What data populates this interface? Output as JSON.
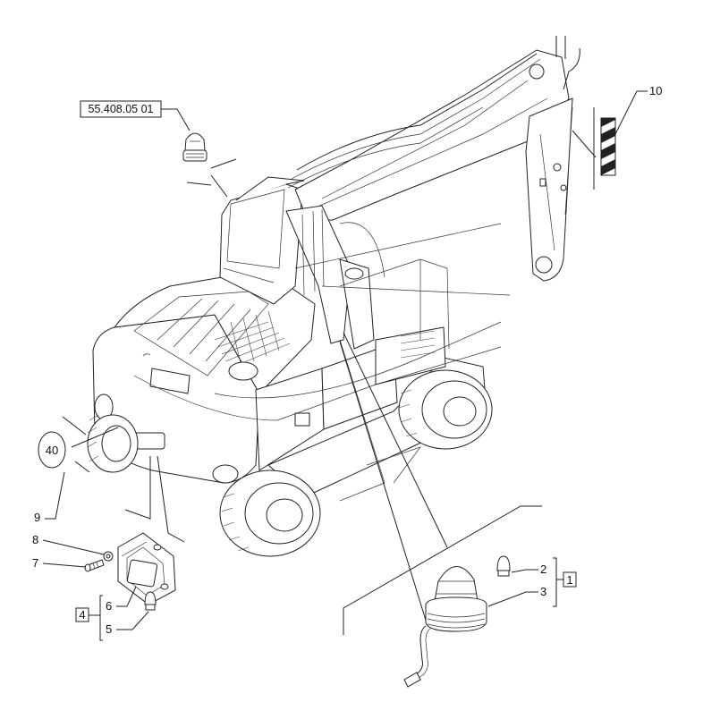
{
  "diagram": {
    "reference_code": "55.408.05 01",
    "speed_sign": "40",
    "callouts": [
      "1",
      "2",
      "3",
      "4",
      "5",
      "6",
      "7",
      "8",
      "9",
      "10"
    ],
    "colors": {
      "line": "#222222",
      "background": "#ffffff",
      "stripe": "#222222"
    }
  }
}
